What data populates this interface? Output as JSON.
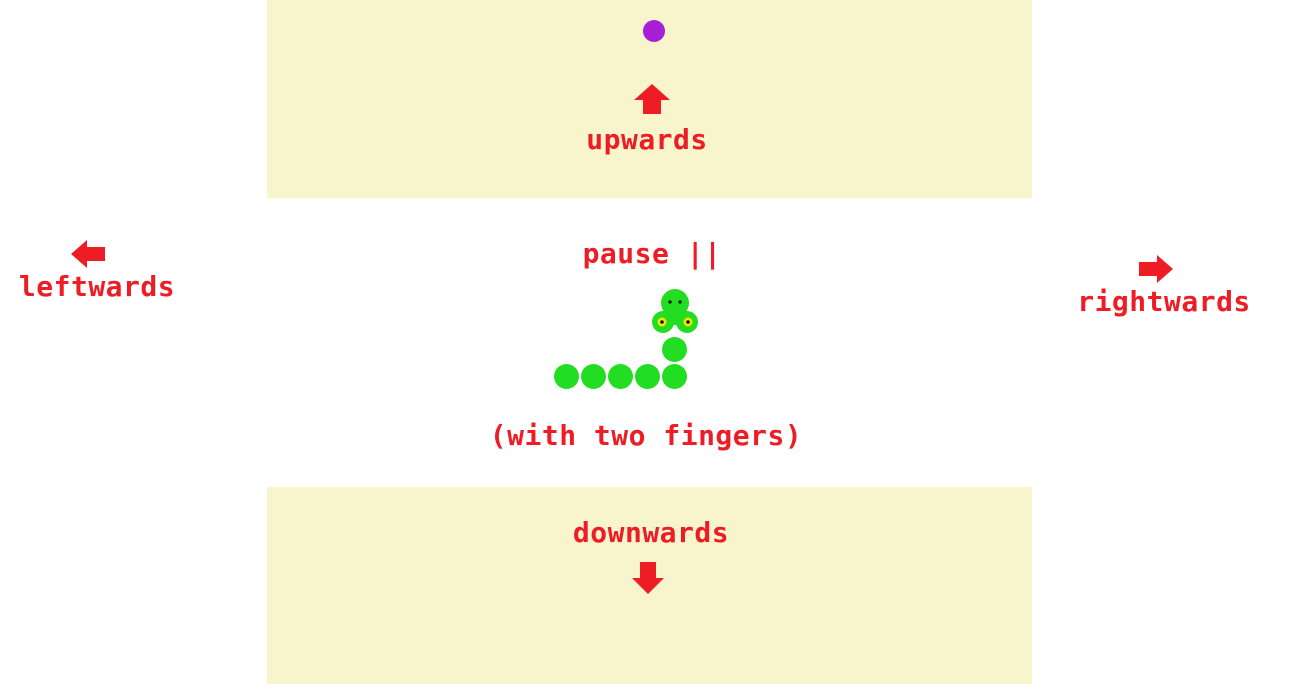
{
  "controls": {
    "up_label": "upwards",
    "down_label": "downwards",
    "left_label": "leftwards",
    "right_label": "rightwards",
    "pause_label": "pause ||",
    "hint_label": "(with two fingers)"
  },
  "icons": {
    "up": "arrow-up-icon",
    "down": "arrow-down-icon",
    "left": "arrow-left-icon",
    "right": "arrow-right-icon"
  },
  "colors": {
    "label": "#ee1c25",
    "zone": "#f8f5cd",
    "snake": "#22dd22",
    "food": "#a81fd6"
  }
}
